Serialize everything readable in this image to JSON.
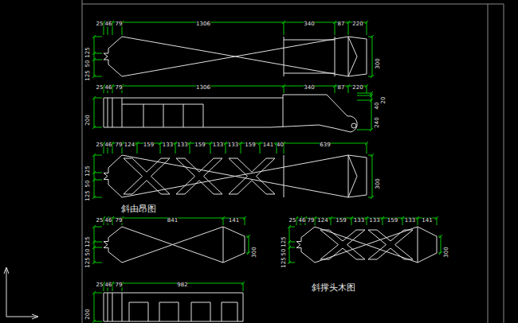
{
  "diagram": {
    "labels": [
      "25",
      "46",
      "79",
      "1306",
      "340",
      "87",
      "220",
      "125",
      "50",
      "125",
      "300",
      "25",
      "46",
      "79",
      "1306",
      "340",
      "87",
      "220",
      "200",
      "40",
      "20",
      "240",
      "25",
      "46",
      "79",
      "124",
      "159",
      "133",
      "133",
      "159",
      "133",
      "133",
      "159",
      "141",
      "40",
      "639",
      "125",
      "50",
      "125",
      "300",
      "斜由昂图",
      "25",
      "46",
      "79",
      "841",
      "141",
      "125",
      "50",
      "125",
      "300",
      "25",
      "46",
      "79",
      "124",
      "159",
      "133",
      "133",
      "159",
      "133",
      "141",
      "125",
      "50",
      "125",
      "300",
      "斜撑头木图",
      "25",
      "46",
      "79",
      "982",
      "200"
    ]
  }
}
